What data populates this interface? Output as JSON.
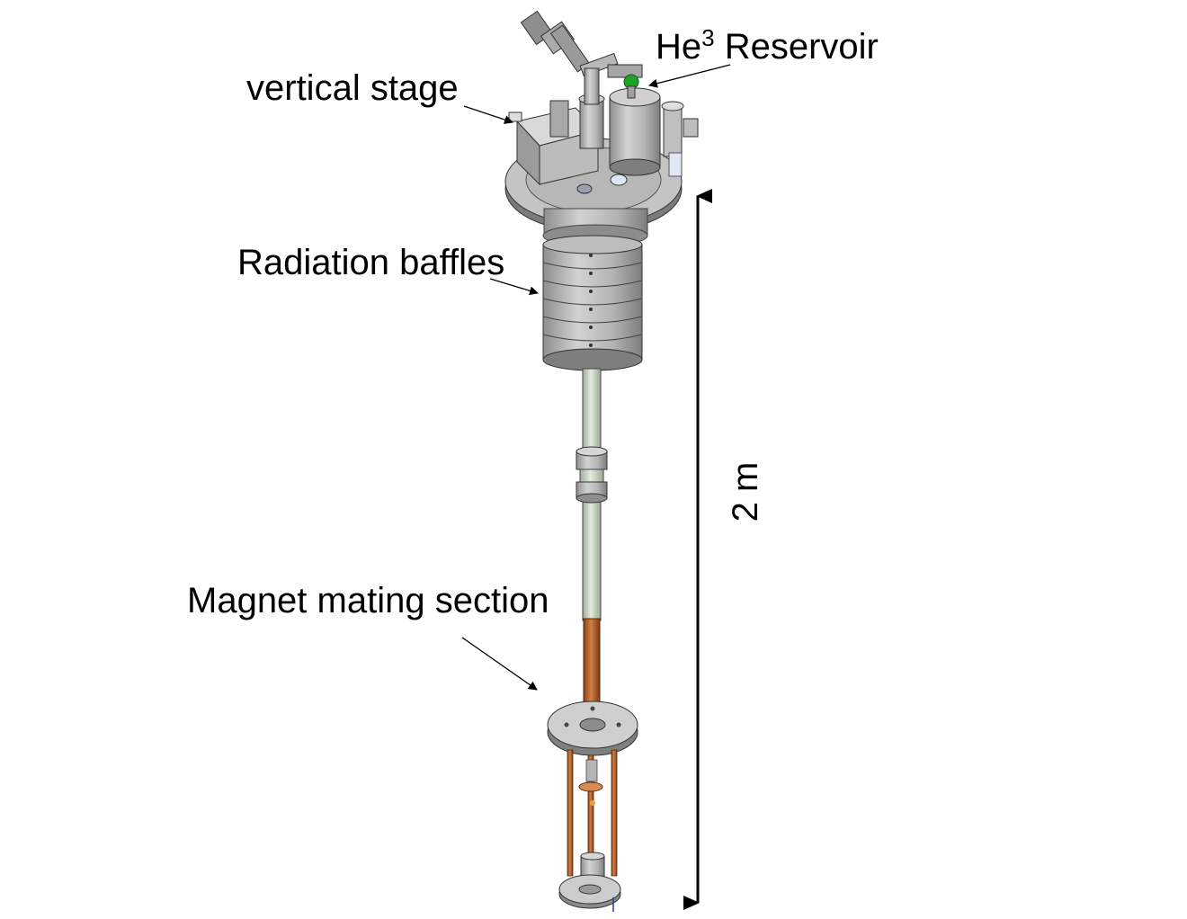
{
  "labels": {
    "he3_prefix": "He",
    "he3_superscript": "3",
    "he3_suffix": " Reservoir",
    "vertical_stage": "vertical stage",
    "radiation_baffles": "Radiation baffles",
    "magnet_mating_section": "Magnet mating section",
    "dimension": "2 m"
  },
  "colors": {
    "steel": "#b9b9b9",
    "steel_dark": "#8e8e8e",
    "tube_green": "#d3dfcf",
    "copper": "#c0703e",
    "valve_green": "#1fa22b",
    "pipe_blue": "#dfe6f4"
  }
}
